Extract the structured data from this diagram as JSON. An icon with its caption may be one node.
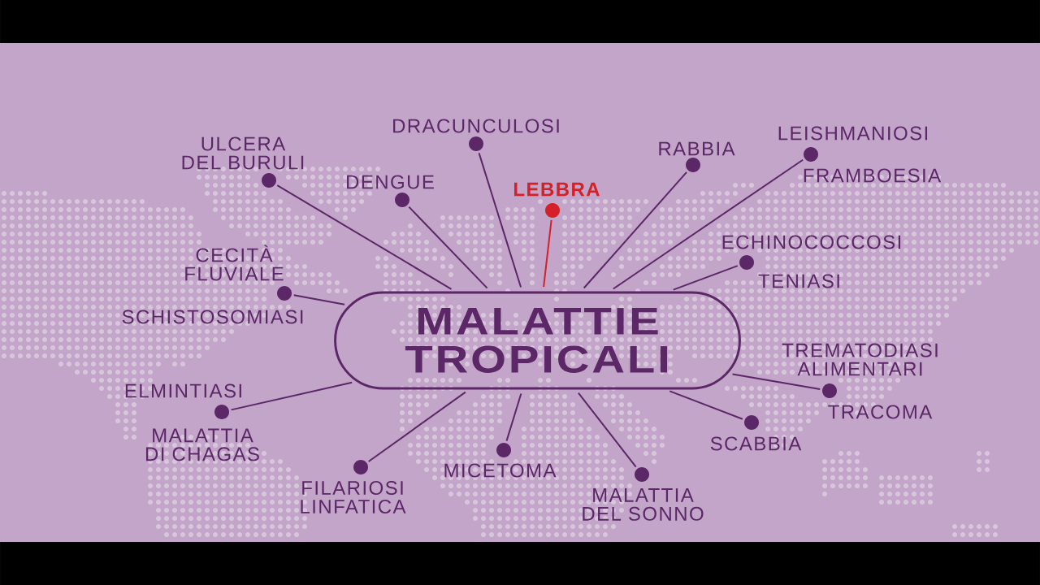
{
  "diagram": {
    "nodes": [
      {
        "text": [
          "MALATTIE TROPICALI"
        ]
      },
      {
        "text": [],
        "shape": "circle",
        "beside": [
          "DRACUNCULOSI"
        ]
      },
      {
        "text": [],
        "shape": "circle",
        "beside": [
          "RABBIA"
        ]
      },
      {
        "text": [],
        "shape": "circle",
        "beside": [
          "LEISHMANIOSI",
          "FRAMBOESIA"
        ]
      },
      {
        "text": [],
        "shape": "circle",
        "beside": [
          "ULCERA DEL BURULI"
        ]
      },
      {
        "text": [],
        "shape": "circle",
        "beside": [
          "DENGUE"
        ]
      },
      {
        "text": [],
        "shape": "circle",
        "beside": [
          "LEBBRA"
        ]
      },
      {
        "text": [],
        "shape": "circle",
        "beside": [
          "ECHINOCOCCOSI",
          "TENIASI"
        ]
      },
      {
        "text": [],
        "shape": "circle",
        "beside": [
          "CECITÀ FLUVIALE",
          "SCHISTOSOMIASI"
        ]
      },
      {
        "text": [],
        "shape": "circle",
        "beside": [
          "TREMATODIASI ALIMENTARI",
          "TRACOMA"
        ]
      },
      {
        "text": [],
        "shape": "circle",
        "beside": [
          "ELMINTIASI",
          "MALATTIA DI CHAGAS"
        ]
      },
      {
        "text": [],
        "shape": "circle",
        "beside": [
          "SCABBIA"
        ]
      },
      {
        "text": [],
        "shape": "circle",
        "beside": [
          "MICETOMA"
        ]
      },
      {
        "text": [],
        "shape": "circle",
        "beside": [
          "FILARIOSI LINFATICA"
        ]
      },
      {
        "text": [],
        "shape": "circle",
        "beside": [
          "MALATTIA DEL SONNO"
        ]
      }
    ],
    "edges": [
      {
        "from": 0,
        "to": 1,
        "arrow": "none"
      },
      {
        "from": 0,
        "to": 2,
        "arrow": "none"
      },
      {
        "from": 0,
        "to": 3,
        "arrow": "none"
      },
      {
        "from": 0,
        "to": 4,
        "arrow": "none"
      },
      {
        "from": 0,
        "to": 5,
        "arrow": "none"
      },
      {
        "from": 0,
        "to": 6,
        "arrow": "none",
        "color": "#d42027"
      },
      {
        "from": 0,
        "to": 7,
        "arrow": "none"
      },
      {
        "from": 0,
        "to": 8,
        "arrow": "none"
      },
      {
        "from": 0,
        "to": 9,
        "arrow": "none"
      },
      {
        "from": 0,
        "to": 10,
        "arrow": "none"
      },
      {
        "from": 0,
        "to": 11,
        "arrow": "none"
      },
      {
        "from": 0,
        "to": 12,
        "arrow": "none"
      },
      {
        "from": 0,
        "to": 13,
        "arrow": "none"
      },
      {
        "from": 0,
        "to": 14,
        "arrow": "none"
      }
    ]
  }
}
